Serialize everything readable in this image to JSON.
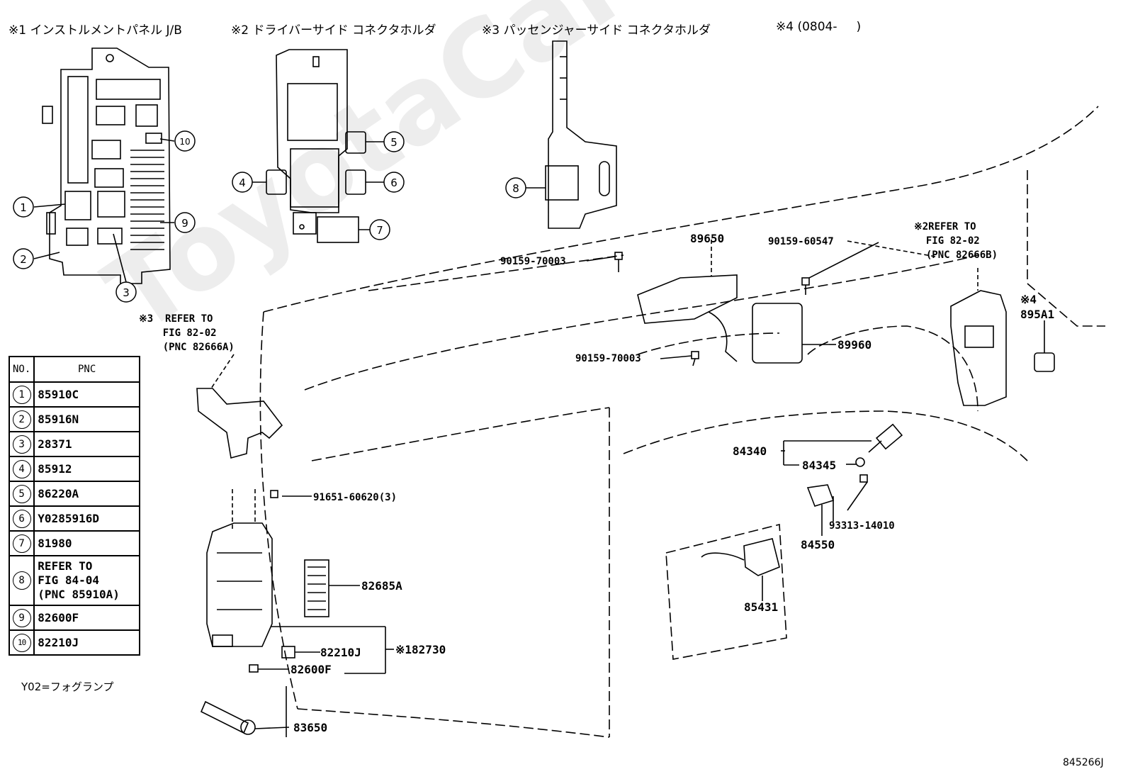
{
  "headers": {
    "note1": "※1 インストルメントパネル J/B",
    "note2": "※2 ドライバーサイド コネクタホルダ",
    "note3": "※3 パッセンジャーサイド コネクタホルダ",
    "note4": "※4 (0804-     )"
  },
  "callouts": [
    "1",
    "2",
    "3",
    "4",
    "5",
    "6",
    "7",
    "8",
    "9",
    "10"
  ],
  "refs": {
    "ref3": "※3  REFER TO\n    FIG 82-02\n    (PNC 82666A)",
    "ref2": "※2REFER TO\n  FIG 82-02\n  (PNC 82666B)"
  },
  "parts": {
    "p89650": "89650",
    "p90159_60547": "90159-60547",
    "p90159_70003a": "90159-70003",
    "p90159_70003b": "90159-70003",
    "p89960": "89960",
    "p895A1": "※4\n895A1",
    "p84340": "84340",
    "p84345": "84345",
    "p91651": "91651-60620(3)",
    "p93313": "93313-14010",
    "p84550": "84550",
    "p82685A": "82685A",
    "p85431": "85431",
    "p82210J": "82210J",
    "p82600F": "82600F",
    "p182730": "※182730",
    "p83650": "83650"
  },
  "table": {
    "header_no": "NO.",
    "header_pnc": "PNC",
    "rows": [
      {
        "no": "1",
        "pnc": "85910C"
      },
      {
        "no": "2",
        "pnc": "85916N"
      },
      {
        "no": "3",
        "pnc": "28371"
      },
      {
        "no": "4",
        "pnc": "85912"
      },
      {
        "no": "5",
        "pnc": "86220A"
      },
      {
        "no": "6",
        "pnc": "Y0285916D"
      },
      {
        "no": "7",
        "pnc": "81980"
      },
      {
        "no": "8",
        "pnc": "REFER TO\nFIG 84-04\n(PNC 85910A)"
      },
      {
        "no": "9",
        "pnc": "82600F"
      },
      {
        "no": "10",
        "pnc": "82210J"
      }
    ]
  },
  "footnote": "Y02=フォグランプ",
  "diagram_id": "845266J",
  "watermark": "ToyotaCarMe.ru"
}
